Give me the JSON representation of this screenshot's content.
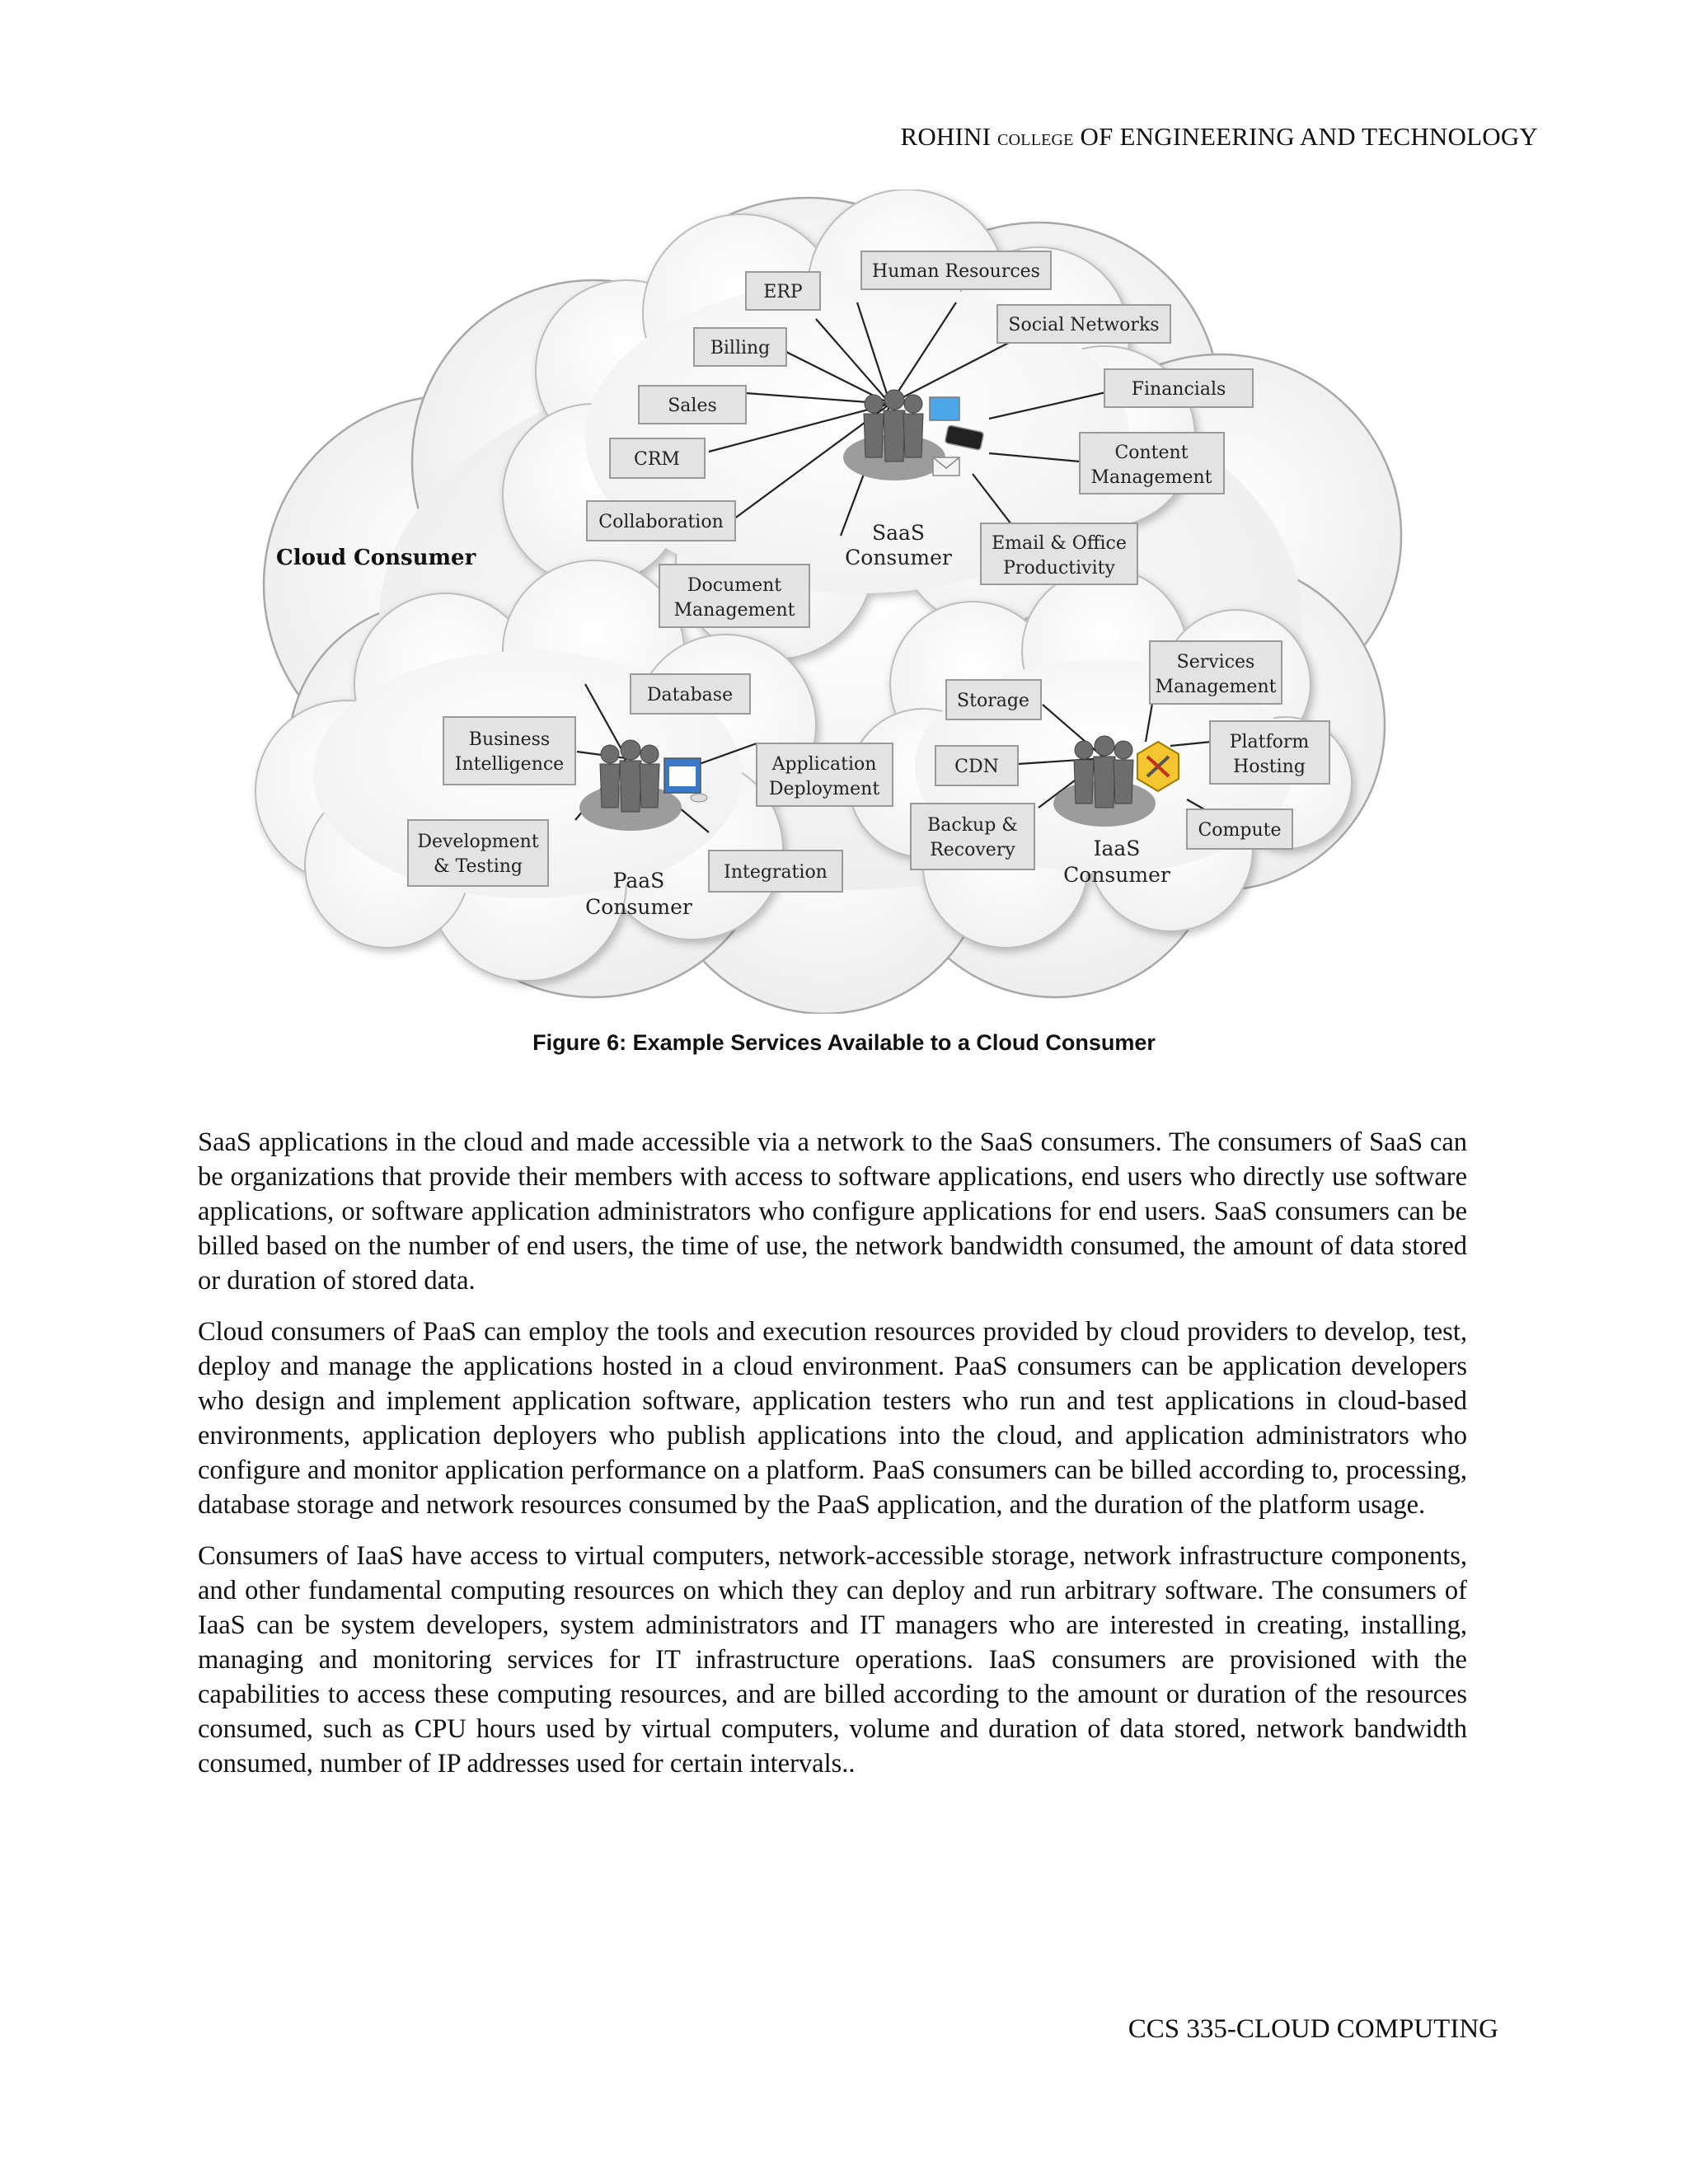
{
  "header": {
    "part1": "ROHINI ",
    "part2": "COLLEGE",
    "part3": " OF ENGINEERING AND TECHNOLOGY"
  },
  "figure": {
    "cloud_consumer": "Cloud Consumer",
    "saas": {
      "label_line1": "SaaS",
      "label_line2": "Consumer",
      "services": {
        "erp": "ERP",
        "human_resources": "Human Resources",
        "social_networks": "Social Networks",
        "billing": "Billing",
        "financials": "Financials",
        "sales": "Sales",
        "crm": "CRM",
        "content_management_1": "Content",
        "content_management_2": "Management",
        "collaboration": "Collaboration",
        "email_1": "Email & Office",
        "email_2": "Productivity",
        "document_management_1": "Document",
        "document_management_2": "Management"
      }
    },
    "paas": {
      "label_line1": "PaaS",
      "label_line2": "Consumer",
      "services": {
        "database": "Database",
        "bi_1": "Business",
        "bi_2": "Intelligence",
        "app_dep_1": "Application",
        "app_dep_2": "Deployment",
        "dev_1": "Development",
        "dev_2": "& Testing",
        "integration": "Integration"
      }
    },
    "iaas": {
      "label_line1": "IaaS",
      "label_line2": "Consumer",
      "services": {
        "storage": "Storage",
        "services_mgmt_1": "Services",
        "services_mgmt_2": "Management",
        "cdn": "CDN",
        "platform_1": "Platform",
        "platform_2": "Hosting",
        "backup_1": "Backup &",
        "backup_2": "Recovery",
        "compute": "Compute"
      }
    }
  },
  "caption": "Figure 6: Example Services Available to a Cloud Consumer",
  "paragraphs": [
    "SaaS applications in the cloud and made accessible via a network to the SaaS consumers. The consumers of SaaS can be organizations that provide their members with access to software applications, end users who directly use software applications, or software application administrators who configure applications for end users. SaaS consumers can be billed based on the number of end users, the time of use, the network bandwidth consumed, the amount of data stored or duration of stored data.",
    "Cloud consumers of PaaS can employ the tools and execution resources provided by cloud providers to develop, test, deploy and manage the applications hosted in a cloud environment. PaaS consumers can be application developers who design and implement application software, application testers who run and test applications in cloud-based environments, application deployers who publish applications into the cloud, and application administrators who configure and monitor application performance on a platform. PaaS consumers can be billed according to, processing, database storage and network resources consumed by the PaaS application, and the duration of the platform usage.",
    "Consumers of IaaS have access to virtual computers, network-accessible storage, network infrastructure components, and other fundamental computing resources on which they can deploy and run arbitrary software. The consumers of IaaS can be system developers, system administrators and IT managers who are interested in creating, installing, managing and monitoring services for IT infrastructure operations. IaaS consumers are provisioned with the capabilities to access these computing resources, and are billed according to the amount or duration of the resources consumed, such as CPU hours used by virtual computers, volume and duration of data stored, network bandwidth consumed, number of IP addresses used for certain intervals.."
  ],
  "footer": "CCS 335-CLOUD COMPUTING"
}
